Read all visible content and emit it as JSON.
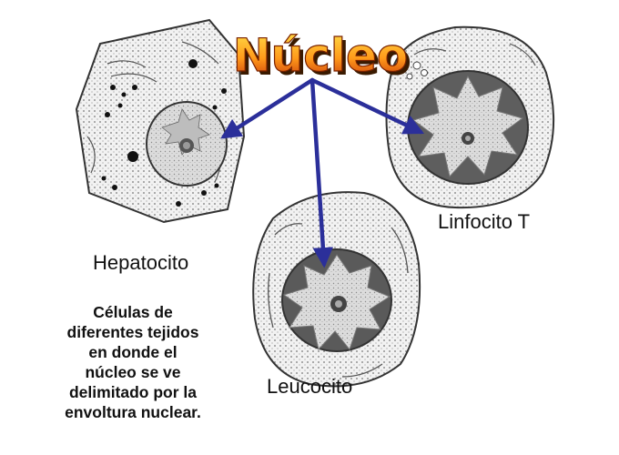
{
  "title": "Núcleo",
  "labels": {
    "hepatocito": "Hepatocito",
    "linfocito": "Linfocito T",
    "leucocito": "Leucocito"
  },
  "caption_lines": [
    "Células de",
    "diferentes tejidos",
    "en donde el",
    "núcleo se ve",
    "delimitado por la",
    "envoltura nuclear."
  ],
  "colors": {
    "arrow": "#2b2f9a",
    "title_fill_top": "#ffe14a",
    "title_fill_bottom": "#c8350a",
    "title_shadow": "#3a1a00",
    "cell_stroke": "#333333",
    "nucleus_fill": "#d4d4d4",
    "chromatin": "#555555"
  },
  "icons": {
    "arrow_head": "arrowhead-icon"
  }
}
